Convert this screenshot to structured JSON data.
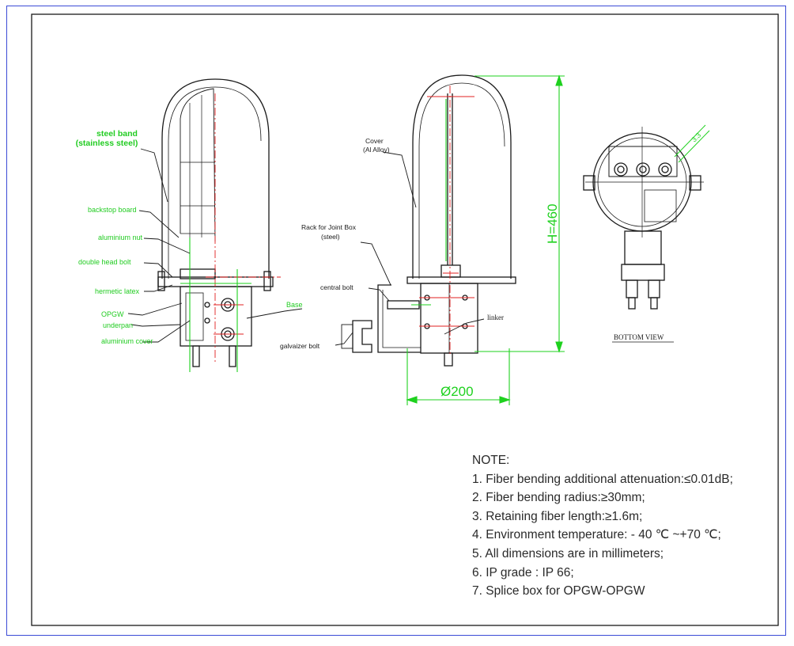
{
  "side_view_labels": {
    "steel_band": "steel band",
    "stainless_steel": "(stainless steel)",
    "backstop_board": "backstop board",
    "aluminium_nut": "aluminium nut",
    "double_head_bolt": "double head  bolt",
    "hermetic_latex": "hermetic latex",
    "opgw": "OPGW",
    "underpan": "underpan",
    "aluminium_cover": "aluminium cover",
    "base": "Base"
  },
  "front_view_labels": {
    "cover": "Cover",
    "cover_material": "(Al Alloy)",
    "rack": "Rack for Joint Box",
    "rack_material": "(steel)",
    "central_bolt": "central bolt",
    "galvaizer_bolt": "galvaizer bolt",
    "linker": "linker",
    "height_dim": "H=460",
    "diameter_dim": "Ø200"
  },
  "bottom_view": {
    "label": "BOTTOM VIEW",
    "dim": "3.3"
  },
  "notes": {
    "title": "NOTE:",
    "items": [
      "1. Fiber bending additional attenuation:≤0.01dB;",
      "2. Fiber bending radius:≥30mm;",
      "3. Retaining fiber length:≥1.6m;",
      "4. Environment temperature: - 40 ℃ ~+70 ℃;",
      "5. All dimensions are in millimeters;",
      "6. IP grade : IP 66;",
      "7. Splice box for OPGW-OPGW"
    ]
  },
  "colors": {
    "frame_border": "#3b4bd6",
    "outline": "#1a1a1a",
    "dimension_green": "#1ed11e",
    "centerline_red": "#e02020",
    "label_green": "#22cc22"
  }
}
